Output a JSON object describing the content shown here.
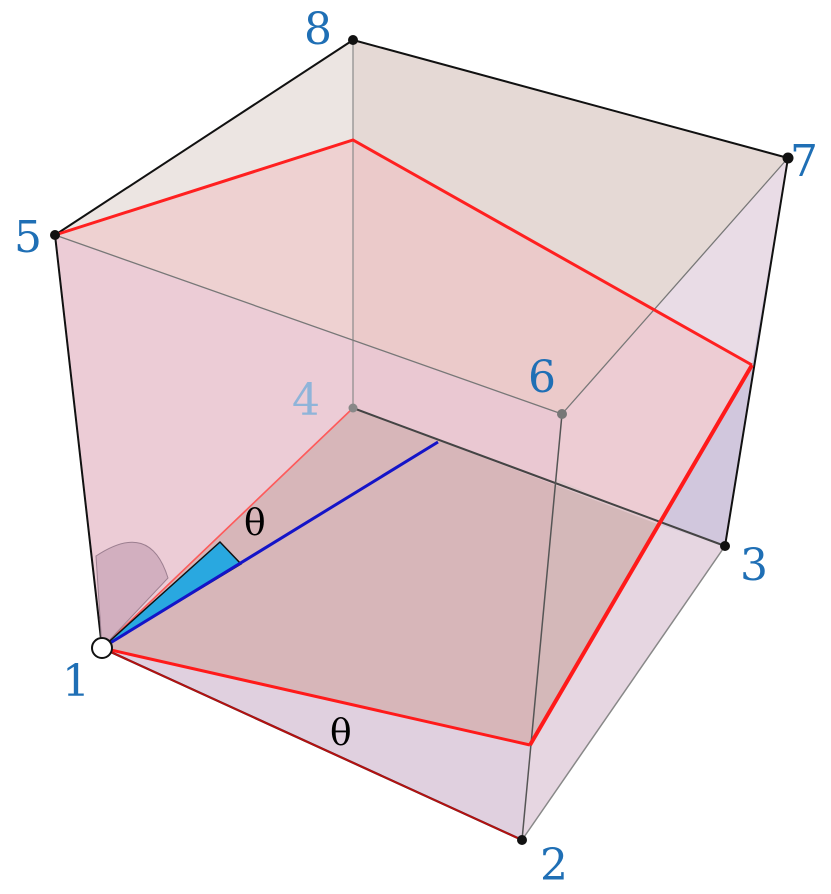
{
  "vertices": [
    "1",
    "2",
    "3",
    "4",
    "5",
    "6",
    "7",
    "8"
  ],
  "angle_labels": [
    "θ",
    "θ"
  ],
  "colors": {
    "vertex_label": "#1f6fb5",
    "vertex_label_hidden": "#8fb4d9",
    "cutting_plane": "#e8a3a8",
    "cut_edge": "#ff1a1a",
    "projection_line": "#1414c8",
    "angle_fill": "#29a8e0",
    "face_left": "#d9c7e0",
    "face_right": "#b9b9d6",
    "face_top": "#e3d4cf"
  }
}
